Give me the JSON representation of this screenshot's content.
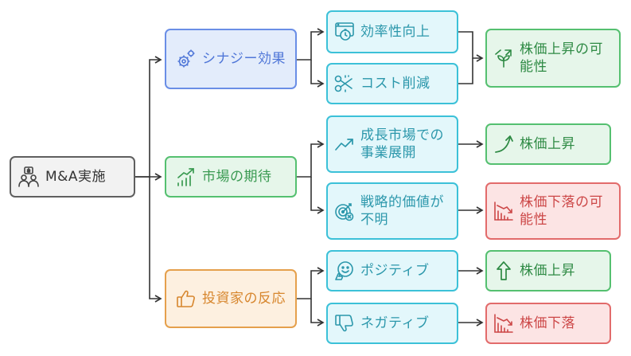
{
  "root": {
    "label": "M&A実施",
    "icon": "user-group-dollar-icon"
  },
  "categories": [
    {
      "label": "シナジー効果",
      "icon": "gears-icon"
    },
    {
      "label": "市場の期待",
      "icon": "bar-chart-up-icon"
    },
    {
      "label": "投資家の反応",
      "icon": "thumbs-up-icon"
    }
  ],
  "factors": [
    {
      "label": "効率性向上",
      "icon": "browser-timer-icon"
    },
    {
      "label": "コスト削減",
      "icon": "scissors-icon"
    },
    {
      "label": "成長市場での事業展開",
      "icon": "trend-up-icon"
    },
    {
      "label": "戦略的価値が不明",
      "icon": "target-cross-icon"
    },
    {
      "label": "ポジティブ",
      "icon": "smile-icon"
    },
    {
      "label": "ネガティブ",
      "icon": "thumbs-down-icon"
    }
  ],
  "outcomes": [
    {
      "label": "株価上昇の可能性",
      "icon": "growing-plant-icon"
    },
    {
      "label": "株価上昇",
      "icon": "curve-up-arrow-icon"
    },
    {
      "label": "株価下落の可能性",
      "icon": "bar-chart-down-icon"
    },
    {
      "label": "株価上昇",
      "icon": "arrow-up-icon"
    },
    {
      "label": "株価下落",
      "icon": "bar-chart-down-icon"
    }
  ],
  "colors": {
    "line": "#333333",
    "blue": "#6a8ee6",
    "green": "#55c070",
    "orange": "#e5a04c",
    "cyan": "#3cc1d8",
    "red": "#e26b6b",
    "gray": "#5f5f5f"
  }
}
